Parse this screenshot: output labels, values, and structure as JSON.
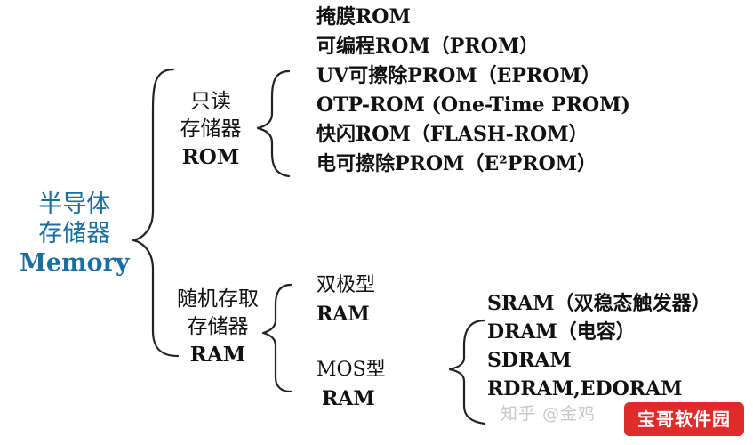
{
  "root": {
    "line1": "半导体",
    "line2": "存储器",
    "line3": "Memory"
  },
  "rom_group": {
    "line1": "只读",
    "line2": "存储器",
    "line3": "ROM",
    "items": [
      "掩膜ROM",
      "可编程ROM（PROM）",
      "UV可擦除PROM（EPROM）",
      "OTP-ROM (One-Time PROM)",
      "快闪ROM（FLASH-ROM）",
      "电可擦除PROM（E²PROM）"
    ]
  },
  "ram_group": {
    "line1": "随机存取",
    "line2": "存储器",
    "line3": "RAM",
    "bipolar": {
      "line1": "双极型",
      "line2": "RAM"
    },
    "mos": {
      "line1": "MOS型",
      "line2": "RAM",
      "items": [
        "SRAM（双稳态触发器）",
        "DRAM（电容）",
        "SDRAM",
        "RDRAM,EDORAM"
      ]
    }
  },
  "watermark": {
    "text": "知乎 @金鸡",
    "logo_text": "宝哥软件园"
  }
}
